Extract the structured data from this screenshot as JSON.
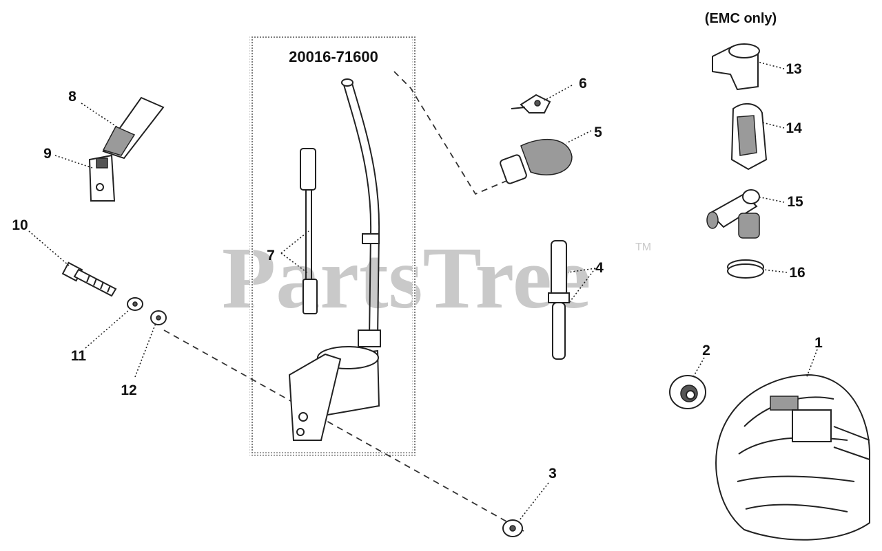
{
  "watermark": {
    "text": "PartsTree",
    "trademark": "TM"
  },
  "kit": {
    "part_number": "20016-71600"
  },
  "note": {
    "emc": "(EMC only)"
  },
  "callouts": [
    {
      "id": "1",
      "text": "1"
    },
    {
      "id": "2",
      "text": "2"
    },
    {
      "id": "3",
      "text": "3"
    },
    {
      "id": "4",
      "text": "4"
    },
    {
      "id": "5",
      "text": "5"
    },
    {
      "id": "6",
      "text": "6"
    },
    {
      "id": "7",
      "text": "7"
    },
    {
      "id": "8",
      "text": "8"
    },
    {
      "id": "9",
      "text": "9"
    },
    {
      "id": "10",
      "text": "10"
    },
    {
      "id": "11",
      "text": "11"
    },
    {
      "id": "12",
      "text": "12"
    },
    {
      "id": "13",
      "text": "13"
    },
    {
      "id": "14",
      "text": "14"
    },
    {
      "id": "15",
      "text": "15"
    },
    {
      "id": "16",
      "text": "16"
    }
  ]
}
